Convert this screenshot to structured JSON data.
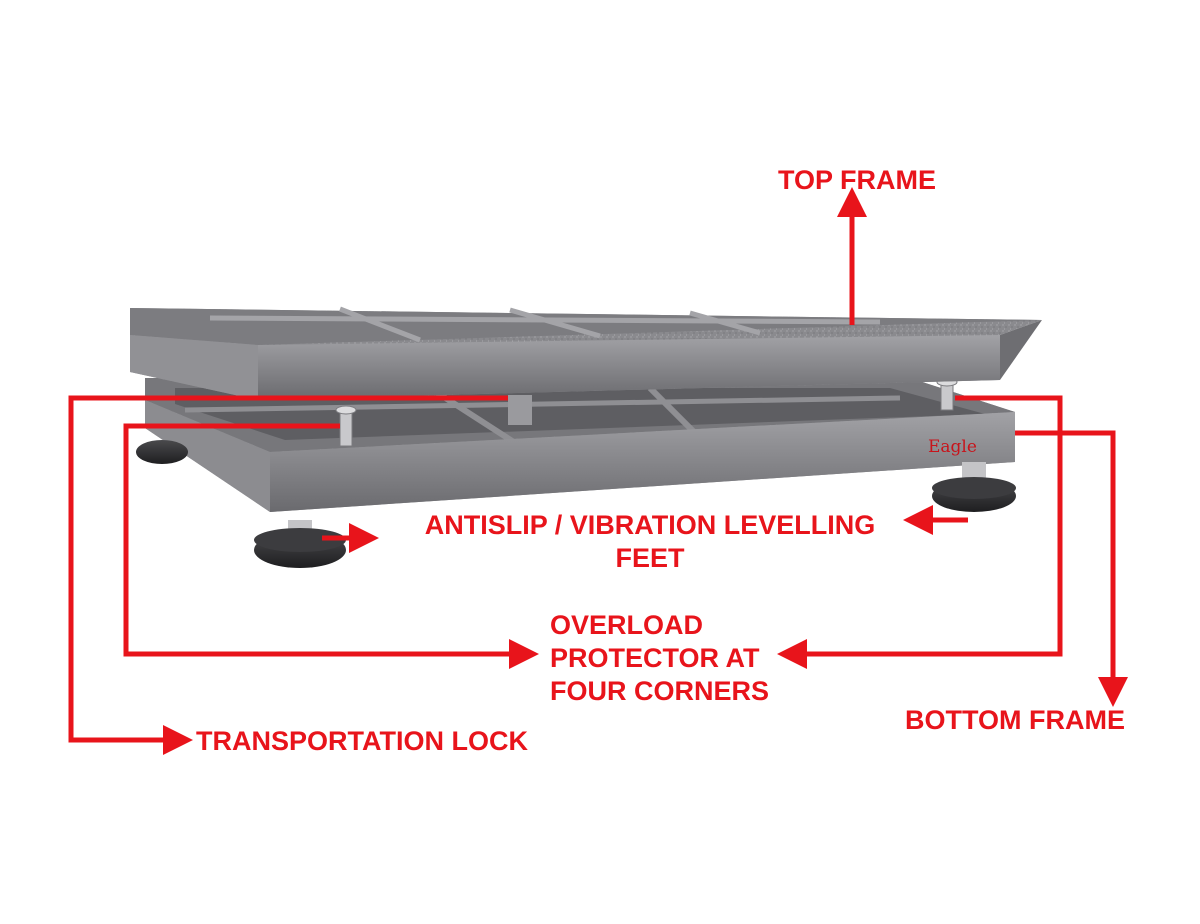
{
  "colors": {
    "annotation": "#e8141b",
    "metal": "#8b8b8f",
    "metal_dark": "#55565a",
    "feet": "#2f2f31"
  },
  "brand_logo": "Eagle",
  "labels": {
    "top_frame": "TOP FRAME",
    "feet_line1": "ANTISLIP / VIBRATION LEVELLING",
    "feet_line2": "FEET",
    "overload_line1": "OVERLOAD",
    "overload_line2": "PROTECTOR AT",
    "overload_line3": "FOUR CORNERS",
    "bottom_frame": "BOTTOM FRAME",
    "transport_lock": "TRANSPORTATION LOCK"
  }
}
